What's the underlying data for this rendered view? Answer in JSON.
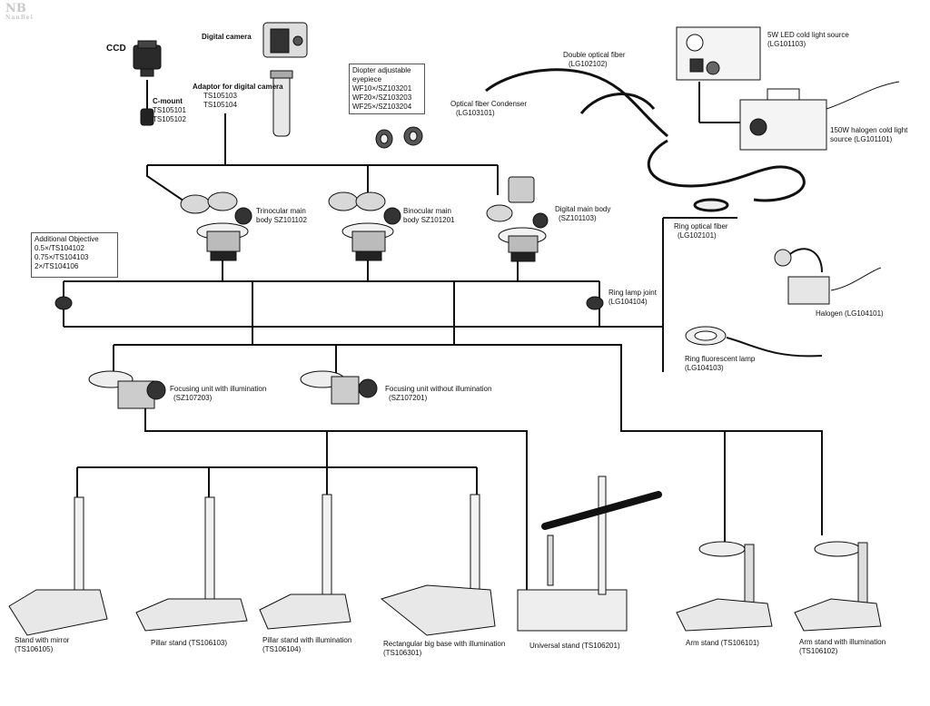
{
  "logo": {
    "mark": "NB",
    "sub": "NanBei"
  },
  "top": {
    "ccd": "CCD",
    "cmount": [
      "C-mount",
      "TS105101",
      "TS105102"
    ],
    "digital_camera": "Digital camera",
    "adaptor": [
      "Adaptor for digital camera",
      "TS105103",
      "TS105104"
    ],
    "eyepiece": [
      "Diopter adjustable",
      "eyepiece",
      "WF10×/SZ103201",
      "WF20×/SZ103203",
      "WF25×/SZ103204"
    ],
    "condenser": [
      "Optical fiber Condenser",
      "(LG103101)"
    ],
    "double_fiber": [
      "Double optical fiber",
      "(LG102102)"
    ],
    "led_source": [
      "5W LED cold light source",
      "(LG101103)"
    ],
    "halogen_source": [
      "150W halogen cold light",
      "source (LG101101)"
    ]
  },
  "bodies": {
    "trinocular": [
      "Trinocular main",
      "body SZ101102"
    ],
    "binocular": [
      "Binocular main",
      "body SZ101201"
    ],
    "digital": [
      "Digital main body",
      "(SZ101103)"
    ]
  },
  "objective": [
    "Additional Objective",
    "0.5×/TS104102",
    "0.75×/TS104103",
    "2×/TS104106"
  ],
  "ring_joint": [
    "Ring lamp joint",
    "(LG104104)"
  ],
  "ring_fiber": [
    "Ring optical fiber",
    "(LG102101)"
  ],
  "halogen_lamp": "Halogen (LG104101)",
  "ring_fluor": [
    "Ring fluorescent lamp",
    "(LG104103)"
  ],
  "focus": {
    "with": [
      "Focusing unit with illumination",
      "(SZ107203)"
    ],
    "without": [
      "Focusing unit without illumination",
      "(SZ107201)"
    ]
  },
  "stands": [
    [
      "Stand with mirror",
      "(TS106105)"
    ],
    [
      "Pillar stand (TS106103)"
    ],
    [
      "Pillar stand with illumination",
      "(TS106104)"
    ],
    [
      "Rectangular big base with illumination",
      "(TS106301)"
    ],
    [
      "Universal stand (TS106201)"
    ],
    [
      "Arm stand (TS106101)"
    ],
    [
      "Arm stand with illumination",
      "(TS106102)"
    ]
  ]
}
